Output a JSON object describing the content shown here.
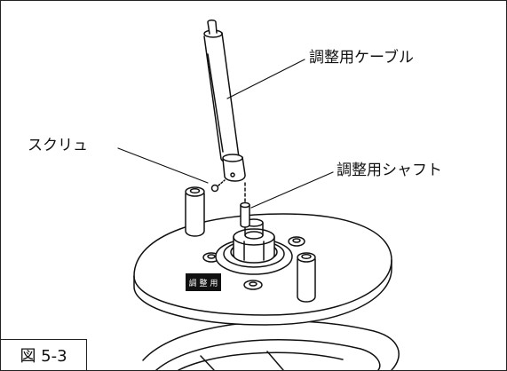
{
  "labels": {
    "cable": "調整用ケーブル",
    "screw": "スクリュ",
    "shaft": "調整用シャフト"
  },
  "figure_number": "図 5-3",
  "plate_marking": "調 整 用"
}
